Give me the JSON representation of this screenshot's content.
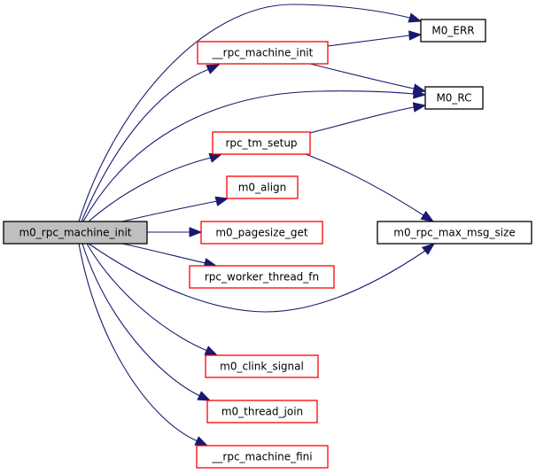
{
  "graph": {
    "title": "m0_rpc_machine_init call graph",
    "colors": {
      "edge": "#191970",
      "root_fill": "#bfbfbf",
      "root_border": "#000000",
      "linked_border": "#ff0000",
      "leaf_border": "#000000",
      "node_fill": "#ffffff"
    },
    "nodes": [
      {
        "id": "m0_rpc_machine_init",
        "label": "m0_rpc_machine_init",
        "kind": "root"
      },
      {
        "id": "__rpc_machine_init",
        "label": "__rpc_machine_init",
        "kind": "linked"
      },
      {
        "id": "rpc_tm_setup",
        "label": "rpc_tm_setup",
        "kind": "linked"
      },
      {
        "id": "m0_align",
        "label": "m0_align",
        "kind": "linked"
      },
      {
        "id": "m0_pagesize_get",
        "label": "m0_pagesize_get",
        "kind": "linked"
      },
      {
        "id": "rpc_worker_thread_fn",
        "label": "rpc_worker_thread_fn",
        "kind": "linked"
      },
      {
        "id": "m0_clink_signal",
        "label": "m0_clink_signal",
        "kind": "linked"
      },
      {
        "id": "m0_thread_join",
        "label": "m0_thread_join",
        "kind": "linked"
      },
      {
        "id": "__rpc_machine_fini",
        "label": "__rpc_machine_fini",
        "kind": "linked"
      },
      {
        "id": "M0_ERR",
        "label": "M0_ERR",
        "kind": "leaf"
      },
      {
        "id": "M0_RC",
        "label": "M0_RC",
        "kind": "leaf"
      },
      {
        "id": "m0_rpc_max_msg_size",
        "label": "m0_rpc_max_msg_size",
        "kind": "leaf"
      }
    ],
    "edges": [
      {
        "from": "m0_rpc_machine_init",
        "to": "M0_ERR"
      },
      {
        "from": "m0_rpc_machine_init",
        "to": "__rpc_machine_init"
      },
      {
        "from": "m0_rpc_machine_init",
        "to": "M0_RC"
      },
      {
        "from": "m0_rpc_machine_init",
        "to": "rpc_tm_setup"
      },
      {
        "from": "m0_rpc_machine_init",
        "to": "m0_align"
      },
      {
        "from": "m0_rpc_machine_init",
        "to": "m0_pagesize_get"
      },
      {
        "from": "m0_rpc_machine_init",
        "to": "rpc_worker_thread_fn"
      },
      {
        "from": "m0_rpc_machine_init",
        "to": "m0_rpc_max_msg_size"
      },
      {
        "from": "m0_rpc_machine_init",
        "to": "m0_clink_signal"
      },
      {
        "from": "m0_rpc_machine_init",
        "to": "m0_thread_join"
      },
      {
        "from": "m0_rpc_machine_init",
        "to": "__rpc_machine_fini"
      },
      {
        "from": "__rpc_machine_init",
        "to": "M0_ERR"
      },
      {
        "from": "__rpc_machine_init",
        "to": "M0_RC"
      },
      {
        "from": "rpc_tm_setup",
        "to": "M0_RC"
      },
      {
        "from": "rpc_tm_setup",
        "to": "m0_rpc_max_msg_size"
      }
    ]
  }
}
